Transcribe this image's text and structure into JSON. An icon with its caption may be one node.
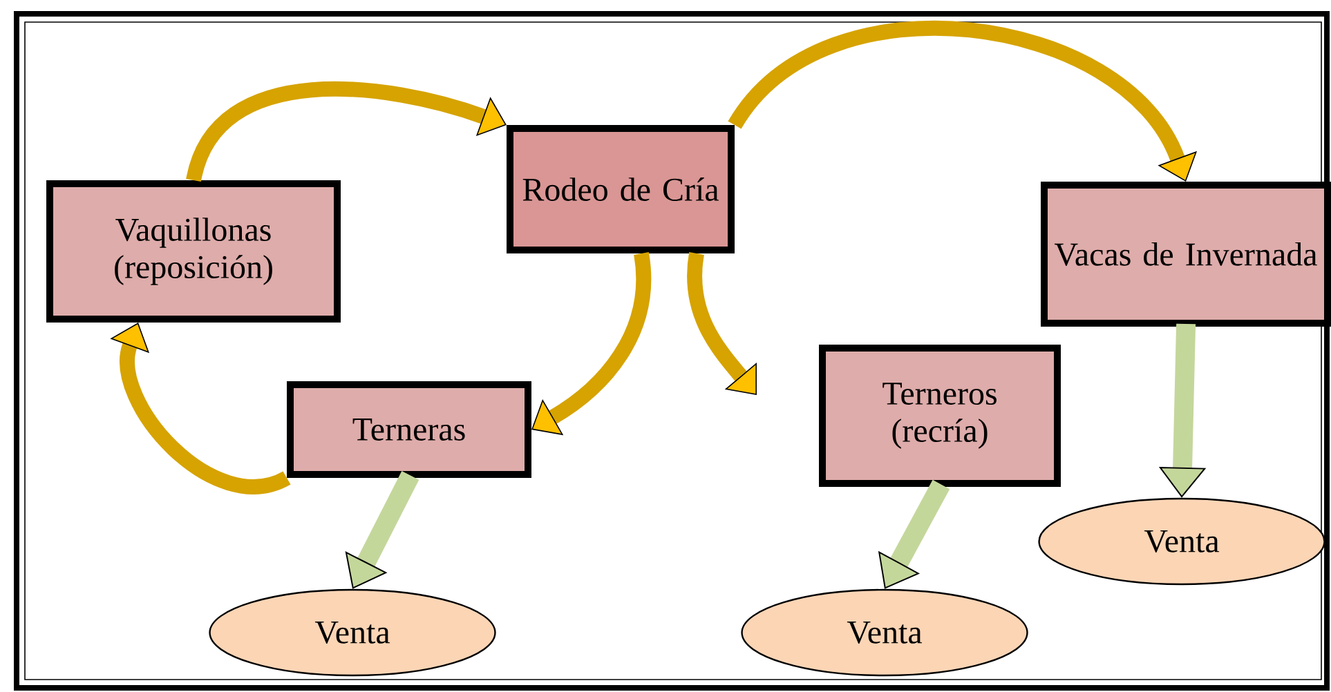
{
  "diagram": {
    "nodes": [
      {
        "text": [
          "Rodeo de Cría"
        ]
      },
      {
        "text": [
          "Vaquillonas (reposición)"
        ]
      },
      {
        "text": [
          "Vacas de Invernada"
        ]
      },
      {
        "text": [
          "Terneras"
        ]
      },
      {
        "text": [
          "Terneros (recría)"
        ]
      },
      {
        "text": [
          "Venta"
        ]
      },
      {
        "text": [
          "Venta"
        ]
      },
      {
        "text": [
          "Venta"
        ]
      }
    ],
    "edges": [
      {
        "from": 1,
        "to": 0,
        "arrow": "to"
      },
      {
        "from": 0,
        "to": 2,
        "arrow": "to"
      },
      {
        "from": 0,
        "to": 3,
        "arrow": "to"
      },
      {
        "from": 0,
        "to": 4,
        "arrow": "to"
      },
      {
        "from": 3,
        "to": 1,
        "arrow": "to"
      },
      {
        "from": 3,
        "to": 5,
        "arrow": "to",
        "color": "#c4d79b"
      },
      {
        "from": 4,
        "to": 6,
        "arrow": "to",
        "color": "#c4d79b"
      },
      {
        "from": 2,
        "to": 7,
        "arrow": "to",
        "color": "#c4d79b"
      }
    ]
  }
}
